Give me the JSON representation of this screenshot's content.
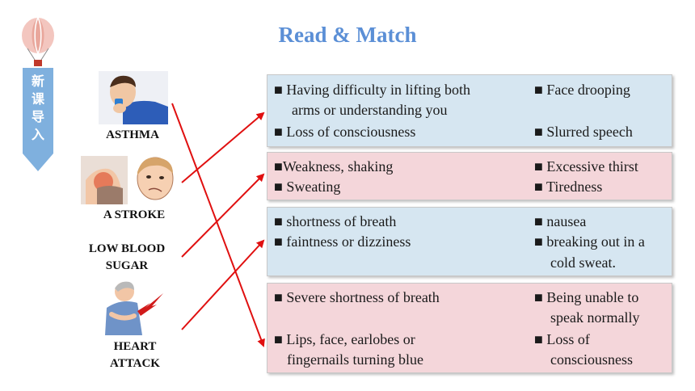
{
  "title": "Read & Match",
  "sidebar": {
    "ribbon_chars": [
      "新",
      "课",
      "导",
      "入"
    ]
  },
  "illnesses": [
    {
      "label_lines": [
        "ASTHMA"
      ]
    },
    {
      "label_lines": [
        "A STROKE"
      ]
    },
    {
      "label_lines": [
        "LOW BLOOD",
        "SUGAR"
      ]
    },
    {
      "label_lines": [
        "HEART",
        "ATTACK"
      ]
    }
  ],
  "boxes": [
    {
      "left_items": [
        "■ Having difficulty in lifting both",
        "arms or understanding you",
        "■ Loss of consciousness"
      ],
      "right_items": [
        "■ Face drooping",
        "■ Slurred speech"
      ]
    },
    {
      "left_items": [
        "■Weakness, shaking",
        "■ Sweating"
      ],
      "right_items": [
        "■ Excessive thirst",
        "■ Tiredness"
      ]
    },
    {
      "left_items": [
        "■ shortness of breath",
        "■ faintness or dizziness"
      ],
      "right_items": [
        "■ nausea",
        "■ breaking out in a",
        "cold sweat."
      ]
    },
    {
      "left_items": [
        "■ Severe shortness of breath",
        "■ Lips, face, earlobes or",
        "fingernails turning blue"
      ],
      "right_items": [
        "■ Being unable to",
        "speak normally",
        "■ Loss of",
        "consciousness"
      ]
    }
  ],
  "colors": {
    "title": "#5b8fd6",
    "ribbon": "#7fb0de",
    "arrow": "#e01010",
    "box_blue": "#d6e6f1",
    "box_pink": "#f4d6da"
  }
}
